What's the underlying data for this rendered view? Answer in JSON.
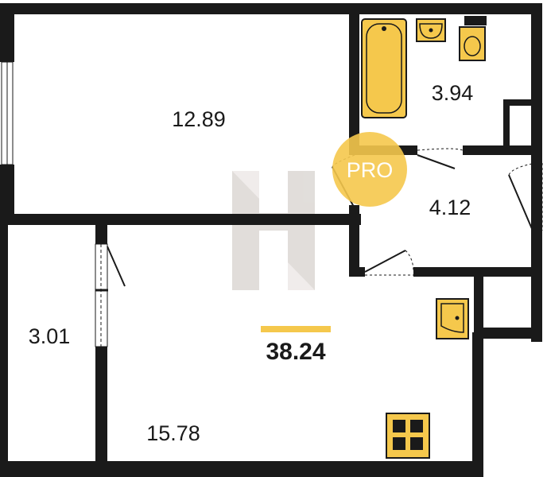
{
  "plan": {
    "total_area": "38.24",
    "badge": "PRO",
    "rooms": [
      {
        "id": "room-large",
        "area": "12.89"
      },
      {
        "id": "bathroom",
        "area": "3.94"
      },
      {
        "id": "hallway",
        "area": "4.12"
      },
      {
        "id": "balcony",
        "area": "3.01"
      },
      {
        "id": "kitchen-living",
        "area": "15.78"
      }
    ]
  },
  "colors": {
    "wall": "#1a1a1a",
    "accent": "#f5c84c",
    "fixture_fill": "#f5c84c",
    "watermark": "#c9c2bd"
  },
  "icons": [
    "bathtub-icon",
    "sink-icon",
    "toilet-icon",
    "kitchen-sink-icon",
    "stove-icon",
    "watermark-logo"
  ]
}
